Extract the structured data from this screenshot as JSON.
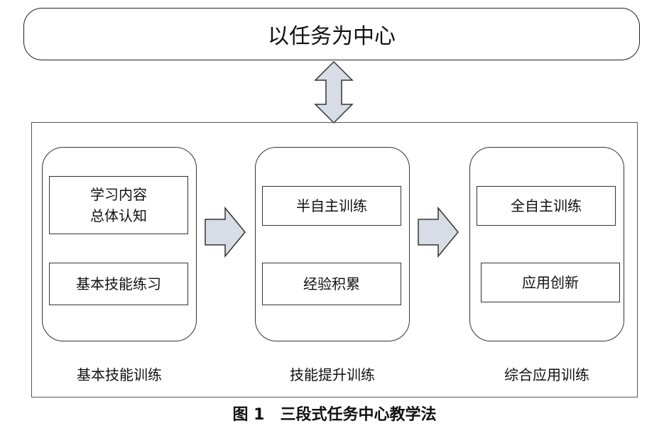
{
  "top": {
    "title": "以任务为中心"
  },
  "stages": [
    {
      "label": "基本技能训练",
      "boxes": [
        "学习内容\n总体认知",
        "基本技能练习"
      ]
    },
    {
      "label": "技能提升训练",
      "boxes": [
        "半自主训练",
        "经验积累"
      ]
    },
    {
      "label": "综合应用训练",
      "boxes": [
        "全自主训练",
        "应用创新"
      ]
    }
  ],
  "caption": "图 1　三段式任务中心教学法",
  "colors": {
    "arrow_fill": "#d8dce6",
    "stroke": "#333333"
  }
}
